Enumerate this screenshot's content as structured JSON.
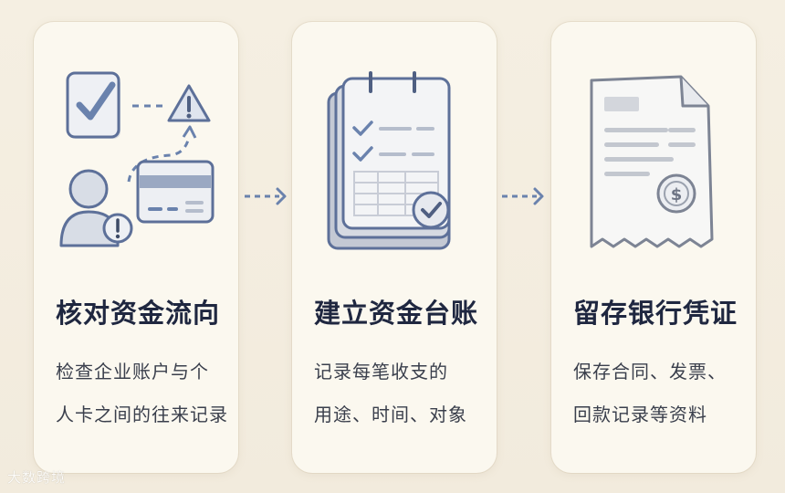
{
  "steps": [
    {
      "title": "核对资金流向",
      "desc_lines": [
        "检查企业账户与个",
        "人卡之间的往来记录"
      ],
      "icons": [
        "checkbox-icon",
        "warning-icon",
        "person-icon",
        "card-icon"
      ]
    },
    {
      "title": "建立资金台账",
      "desc_lines": [
        "记录每笔收支的",
        "用途、时间、对象"
      ],
      "icons": [
        "clipboard-ledger-icon",
        "check-badge-icon"
      ]
    },
    {
      "title": "留存银行凭证",
      "desc_lines": [
        "保存合同、发票、",
        "回款记录等资料"
      ],
      "icons": [
        "receipt-icon",
        "dollar-seal-icon"
      ]
    }
  ],
  "watermark": "大数跨境",
  "colors": {
    "background": "#f5efe2",
    "card": "#fbf8ef",
    "accent_blue": "#6a82ad",
    "gray": "#c9cbd0",
    "title": "#1f2740"
  }
}
